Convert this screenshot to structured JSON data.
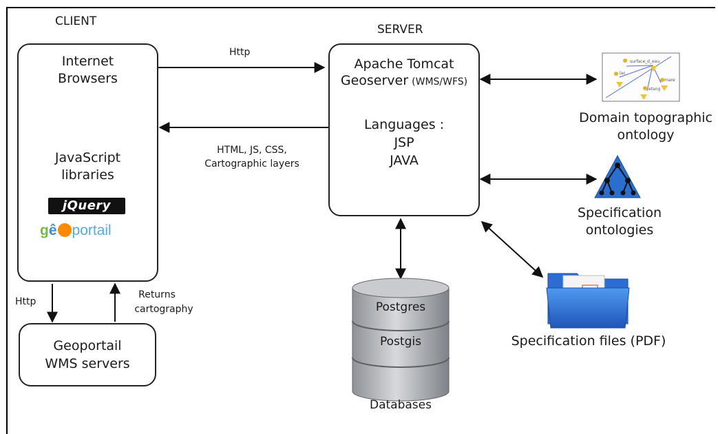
{
  "client": {
    "heading": "CLIENT",
    "browsers_label": [
      "Internet",
      "Browsers"
    ],
    "browser_icons": [
      "chrome-icon",
      "internet-explorer-icon",
      "firefox-icon"
    ],
    "libraries_label": [
      "JavaScript",
      "libraries"
    ],
    "jquery_logo": "jQuery",
    "geoportail_logo": {
      "g": "g",
      "e": "ê",
      "rest": "portail"
    }
  },
  "server": {
    "heading": "SERVER",
    "line1": "Apache Tomcat",
    "line2": "Geoserver",
    "line2_small": "(WMS/WFS)",
    "languages_label": "Languages :",
    "lang1": "JSP",
    "lang2": "JAVA"
  },
  "wms": {
    "line1": "Geoportail",
    "line2": "WMS servers"
  },
  "arrows": {
    "client_to_server": "Http",
    "server_to_client": [
      "HTML, JS, CSS,",
      "Cartographic layers"
    ],
    "client_to_wms": "Http",
    "wms_to_client": [
      "Returns",
      "cartography"
    ]
  },
  "database": {
    "db1": "Postgres",
    "db2": "Postgis",
    "label": "Databases"
  },
  "resources": {
    "domain_ontology": [
      "Domain topographic",
      "ontology"
    ],
    "spec_ontologies": [
      "Specification",
      "ontologies"
    ],
    "spec_files": "Specification files (PDF)"
  },
  "colors": {
    "folder_blue": "#2f6fd6",
    "pdf_red": "#d42222",
    "db_gray": "#a9acb1",
    "triangle_blue": "#2a6fd0"
  }
}
